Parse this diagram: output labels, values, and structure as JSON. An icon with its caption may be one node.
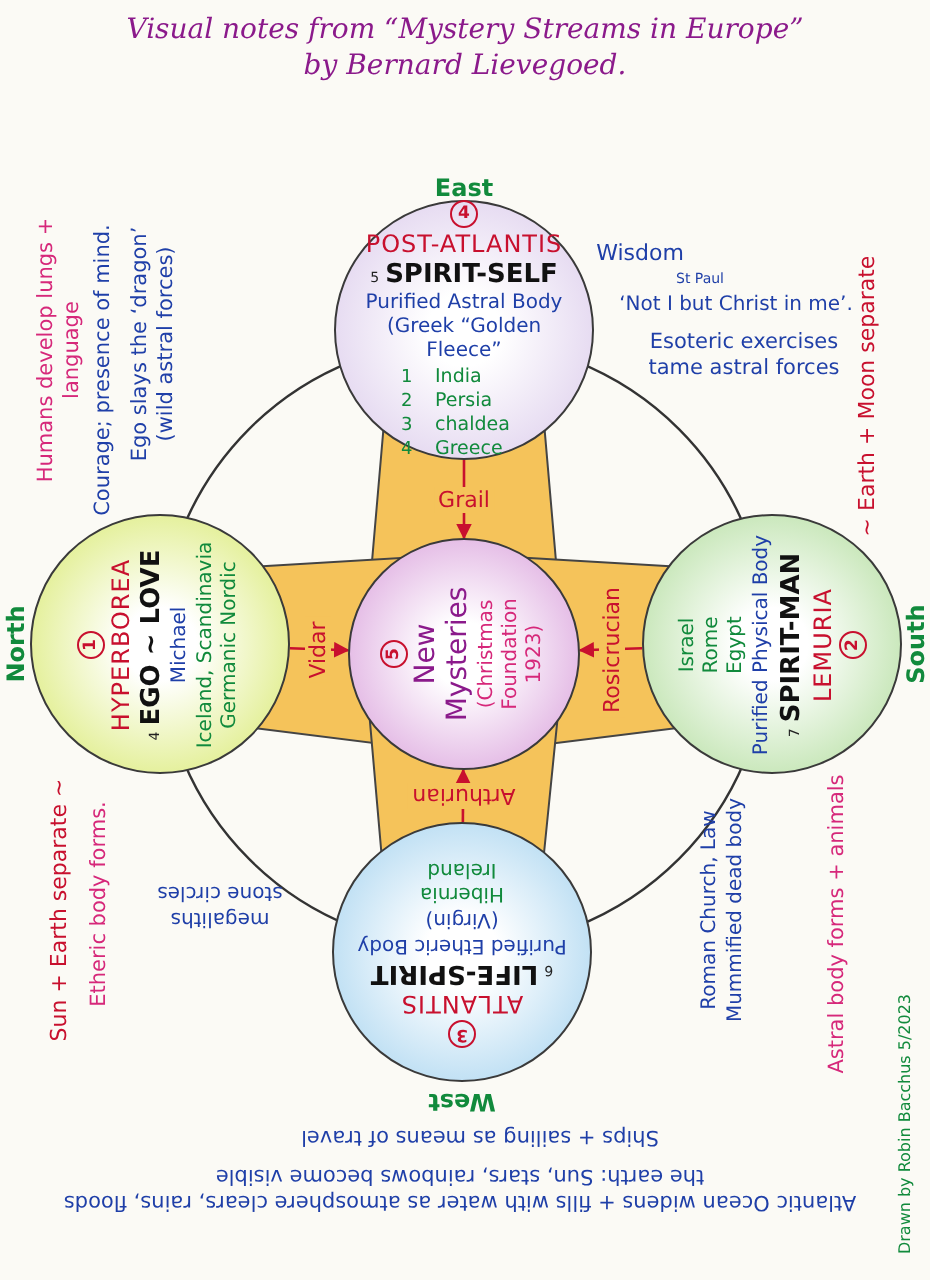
{
  "diagram": {
    "title": "Visual notes from “Mystery Streams in Europe” by Bernard Lievegoed.",
    "nodes": [
      {
        "text": [
          "4",
          "POST-ATLANTIS",
          "5",
          "SPIRIT-SELF",
          "Purified Astral Body (Greek “Golden Fleece”",
          "1",
          "India",
          "2",
          "Persia",
          "3",
          "chaldea",
          "4",
          "Greece"
        ],
        "beside": [
          "East"
        ]
      },
      {
        "text": [
          "1",
          "HYPERBOREA",
          "4",
          "EGO ~ LOVE",
          "Michael",
          "Iceland, Scandinavia Germanic Nordic"
        ],
        "beside": [
          "North"
        ]
      },
      {
        "text": [
          "5",
          "New Mysteries",
          "(Christmas Foundation 1923)"
        ]
      },
      {
        "text": [
          "Israel Rome Egypt",
          "Purified Physical Body",
          "7",
          "SPIRIT-MAN",
          "LEMURIA",
          "2"
        ],
        "beside": [
          "South"
        ]
      },
      {
        "text": [
          "3",
          "ATLANTIS",
          "6",
          "LIFE-SPIRIT",
          "Purified Etheric Body",
          "(Virgin)",
          "Hibernia Ireland"
        ],
        "beside": [
          "West"
        ]
      }
    ],
    "edges": [
      {
        "from": 0,
        "to": 2,
        "arrow": "to",
        "label": "Grail"
      },
      {
        "from": 1,
        "to": 2,
        "arrow": "to",
        "label": "Vidar"
      },
      {
        "from": 3,
        "to": 2,
        "arrow": "to",
        "label": "Rosicrucian"
      },
      {
        "from": 4,
        "to": 2,
        "arrow": "to",
        "label": "Arthurian"
      }
    ],
    "labels": [
      "Humans develop lungs + language",
      "Courage; presence of mind.",
      "Ego slays the ‘dragon’ (wild astral forces)",
      "Wisdom",
      "St Paul",
      "‘Not I but Christ in me’.",
      "Esoteric exercises tame astral forces",
      "~ Earth + Moon separate",
      "Sun + Earth separate ~",
      "Etheric body forms.",
      "megaliths stone circles",
      "Roman Church, Law Mummified dead body",
      "Astral body forms + animals",
      "Atlantic Ocean widens + fills with water as atmosphere clears, rains, floods the earth: Sun, stars, rainbows become visible",
      "Ships + sailing as means of travel",
      "Drawn by Robin Bacchus 5/2023"
    ]
  }
}
